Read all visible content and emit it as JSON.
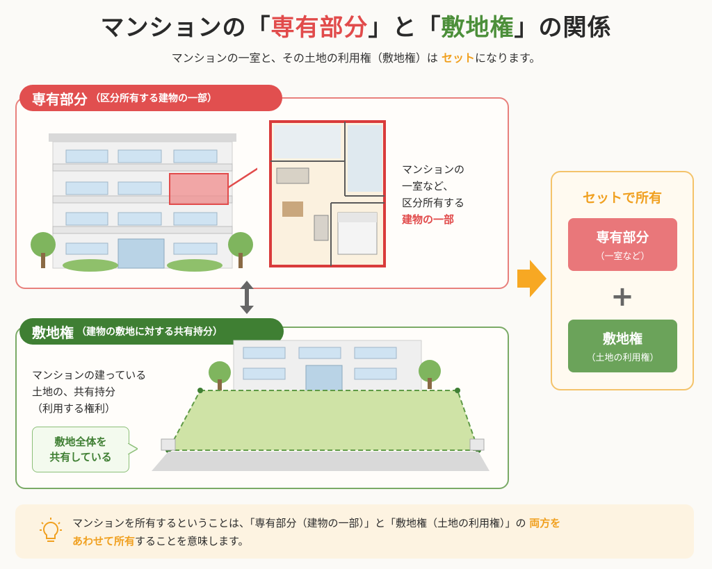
{
  "title": {
    "part1": "マンションの「",
    "red": "専有部分",
    "part2": "」と「",
    "green": "敷地権",
    "part3": "」の関係"
  },
  "subtitle": {
    "before": "マンションの一室と、その土地の利用権（敷地権）は ",
    "accent": "セット",
    "after": "になります。"
  },
  "senyu_panel": {
    "header_main": "専有部分",
    "header_sub": "（区分所有する建物の一部）",
    "desc_lines": [
      "マンションの",
      "一室など、",
      "区分所有する"
    ],
    "desc_highlight": "建物の一部"
  },
  "shikichi_panel": {
    "header_main": "敷地権",
    "header_sub": "（建物の敷地に対する共有持分）",
    "desc_lines": [
      "マンションの建っている",
      "土地の、共有持分",
      "（利用する権利）"
    ],
    "bubble_lines": [
      "敷地全体を",
      "共有している"
    ]
  },
  "set_box": {
    "title": "セットで所有",
    "card1_main": "専有部分",
    "card1_sub": "（一室など）",
    "plus": "+",
    "card2_main": "敷地権",
    "card2_sub": "（土地の利用権）"
  },
  "footer": {
    "text1": "マンションを所有するということは、「専有部分（建物の一部）」と「敷地権（土地の利用権）」の ",
    "accent1": "両方を",
    "accent2": "あわせて所有",
    "text2": "することを意味します。"
  },
  "colors": {
    "red": "#e14b4b",
    "green": "#4c8f3a",
    "orange": "#f0a020"
  },
  "icons": [
    "building-illustration",
    "floor-plan-illustration",
    "land-illustration",
    "double-arrow-icon",
    "right-arrow-icon",
    "lightbulb-icon"
  ]
}
